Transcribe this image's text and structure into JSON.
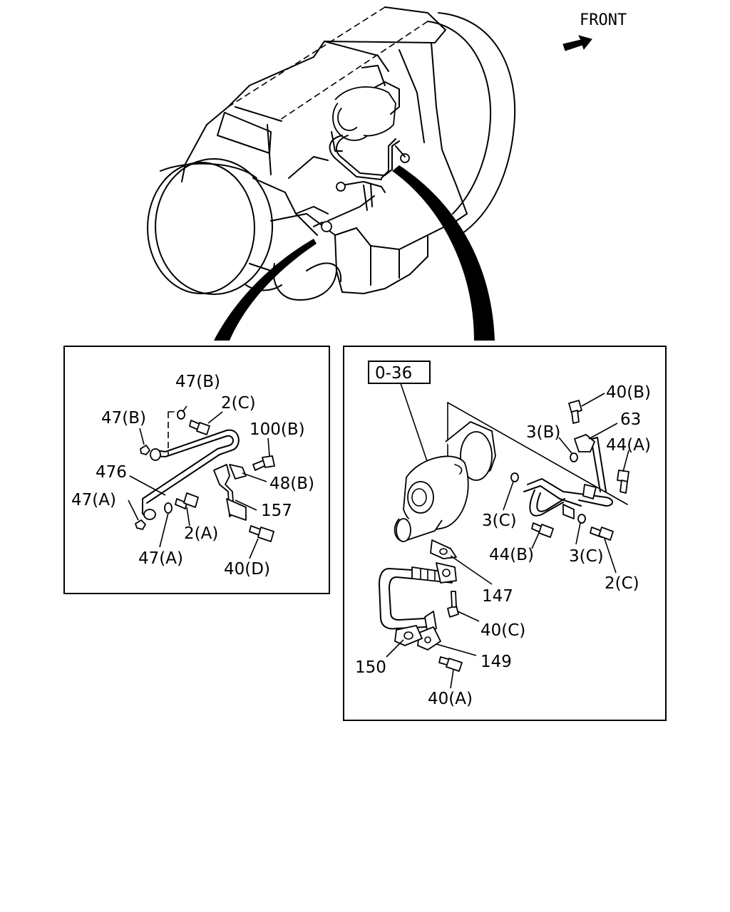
{
  "front_label": "FRONT",
  "ref_label": "0-36",
  "left_labels": {
    "l47b_top": "47(B)",
    "l2c": "2(C)",
    "l47b_left": "47(B)",
    "l100b": "100(B)",
    "l476": "476",
    "l48b": "48(B)",
    "l47a_left": "47(A)",
    "l157": "157",
    "l2a": "2(A)",
    "l47a_bottom": "47(A)",
    "l40d": "40(D)"
  },
  "right_labels": {
    "l40b": "40(B)",
    "l63": "63",
    "l3b": "3(B)",
    "l44a": "44(A)",
    "l3c_left": "3(C)",
    "l44b": "44(B)",
    "l3c_right": "3(C)",
    "l2c": "2(C)",
    "l147": "147",
    "l40c": "40(C)",
    "l149": "149",
    "l150": "150",
    "l40a": "40(A)"
  }
}
